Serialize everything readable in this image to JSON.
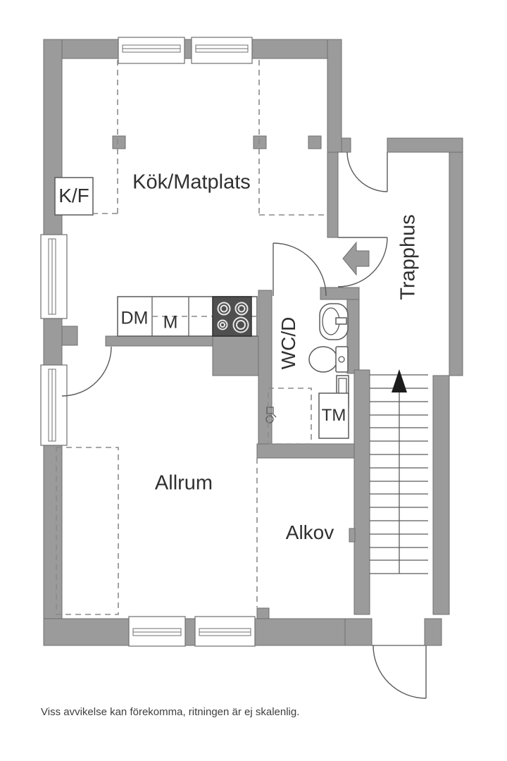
{
  "plan": {
    "rooms": {
      "kitchen": {
        "label": "Kök/Matplats"
      },
      "stairwell": {
        "label": "Trapphus"
      },
      "wc": {
        "label": "WC/D"
      },
      "living": {
        "label": "Allrum"
      },
      "alcove": {
        "label": "Alkov"
      }
    },
    "fixtures": {
      "fridge_freezer": "K/F",
      "dishwasher": "DM",
      "micro": "M",
      "washing_machine": "TM"
    },
    "footnote": "Viss avvikelse kan förekomma, ritningen är ej skalenlig."
  },
  "icons": {
    "entrance_arrow": "left-arrow",
    "stairs_direction": "up-arrow"
  },
  "colors": {
    "wall": "#9b9b9b",
    "wall_outline": "#6f6f6f",
    "line": "#5a5a5a",
    "dash": "#8a8a8a",
    "stove": "#4f4f4f",
    "burner": "#e8e8e8",
    "arrow_black": "#1c1c1c",
    "text": "#303030",
    "note": "#3e3e3e",
    "bg": "#ffffff"
  }
}
